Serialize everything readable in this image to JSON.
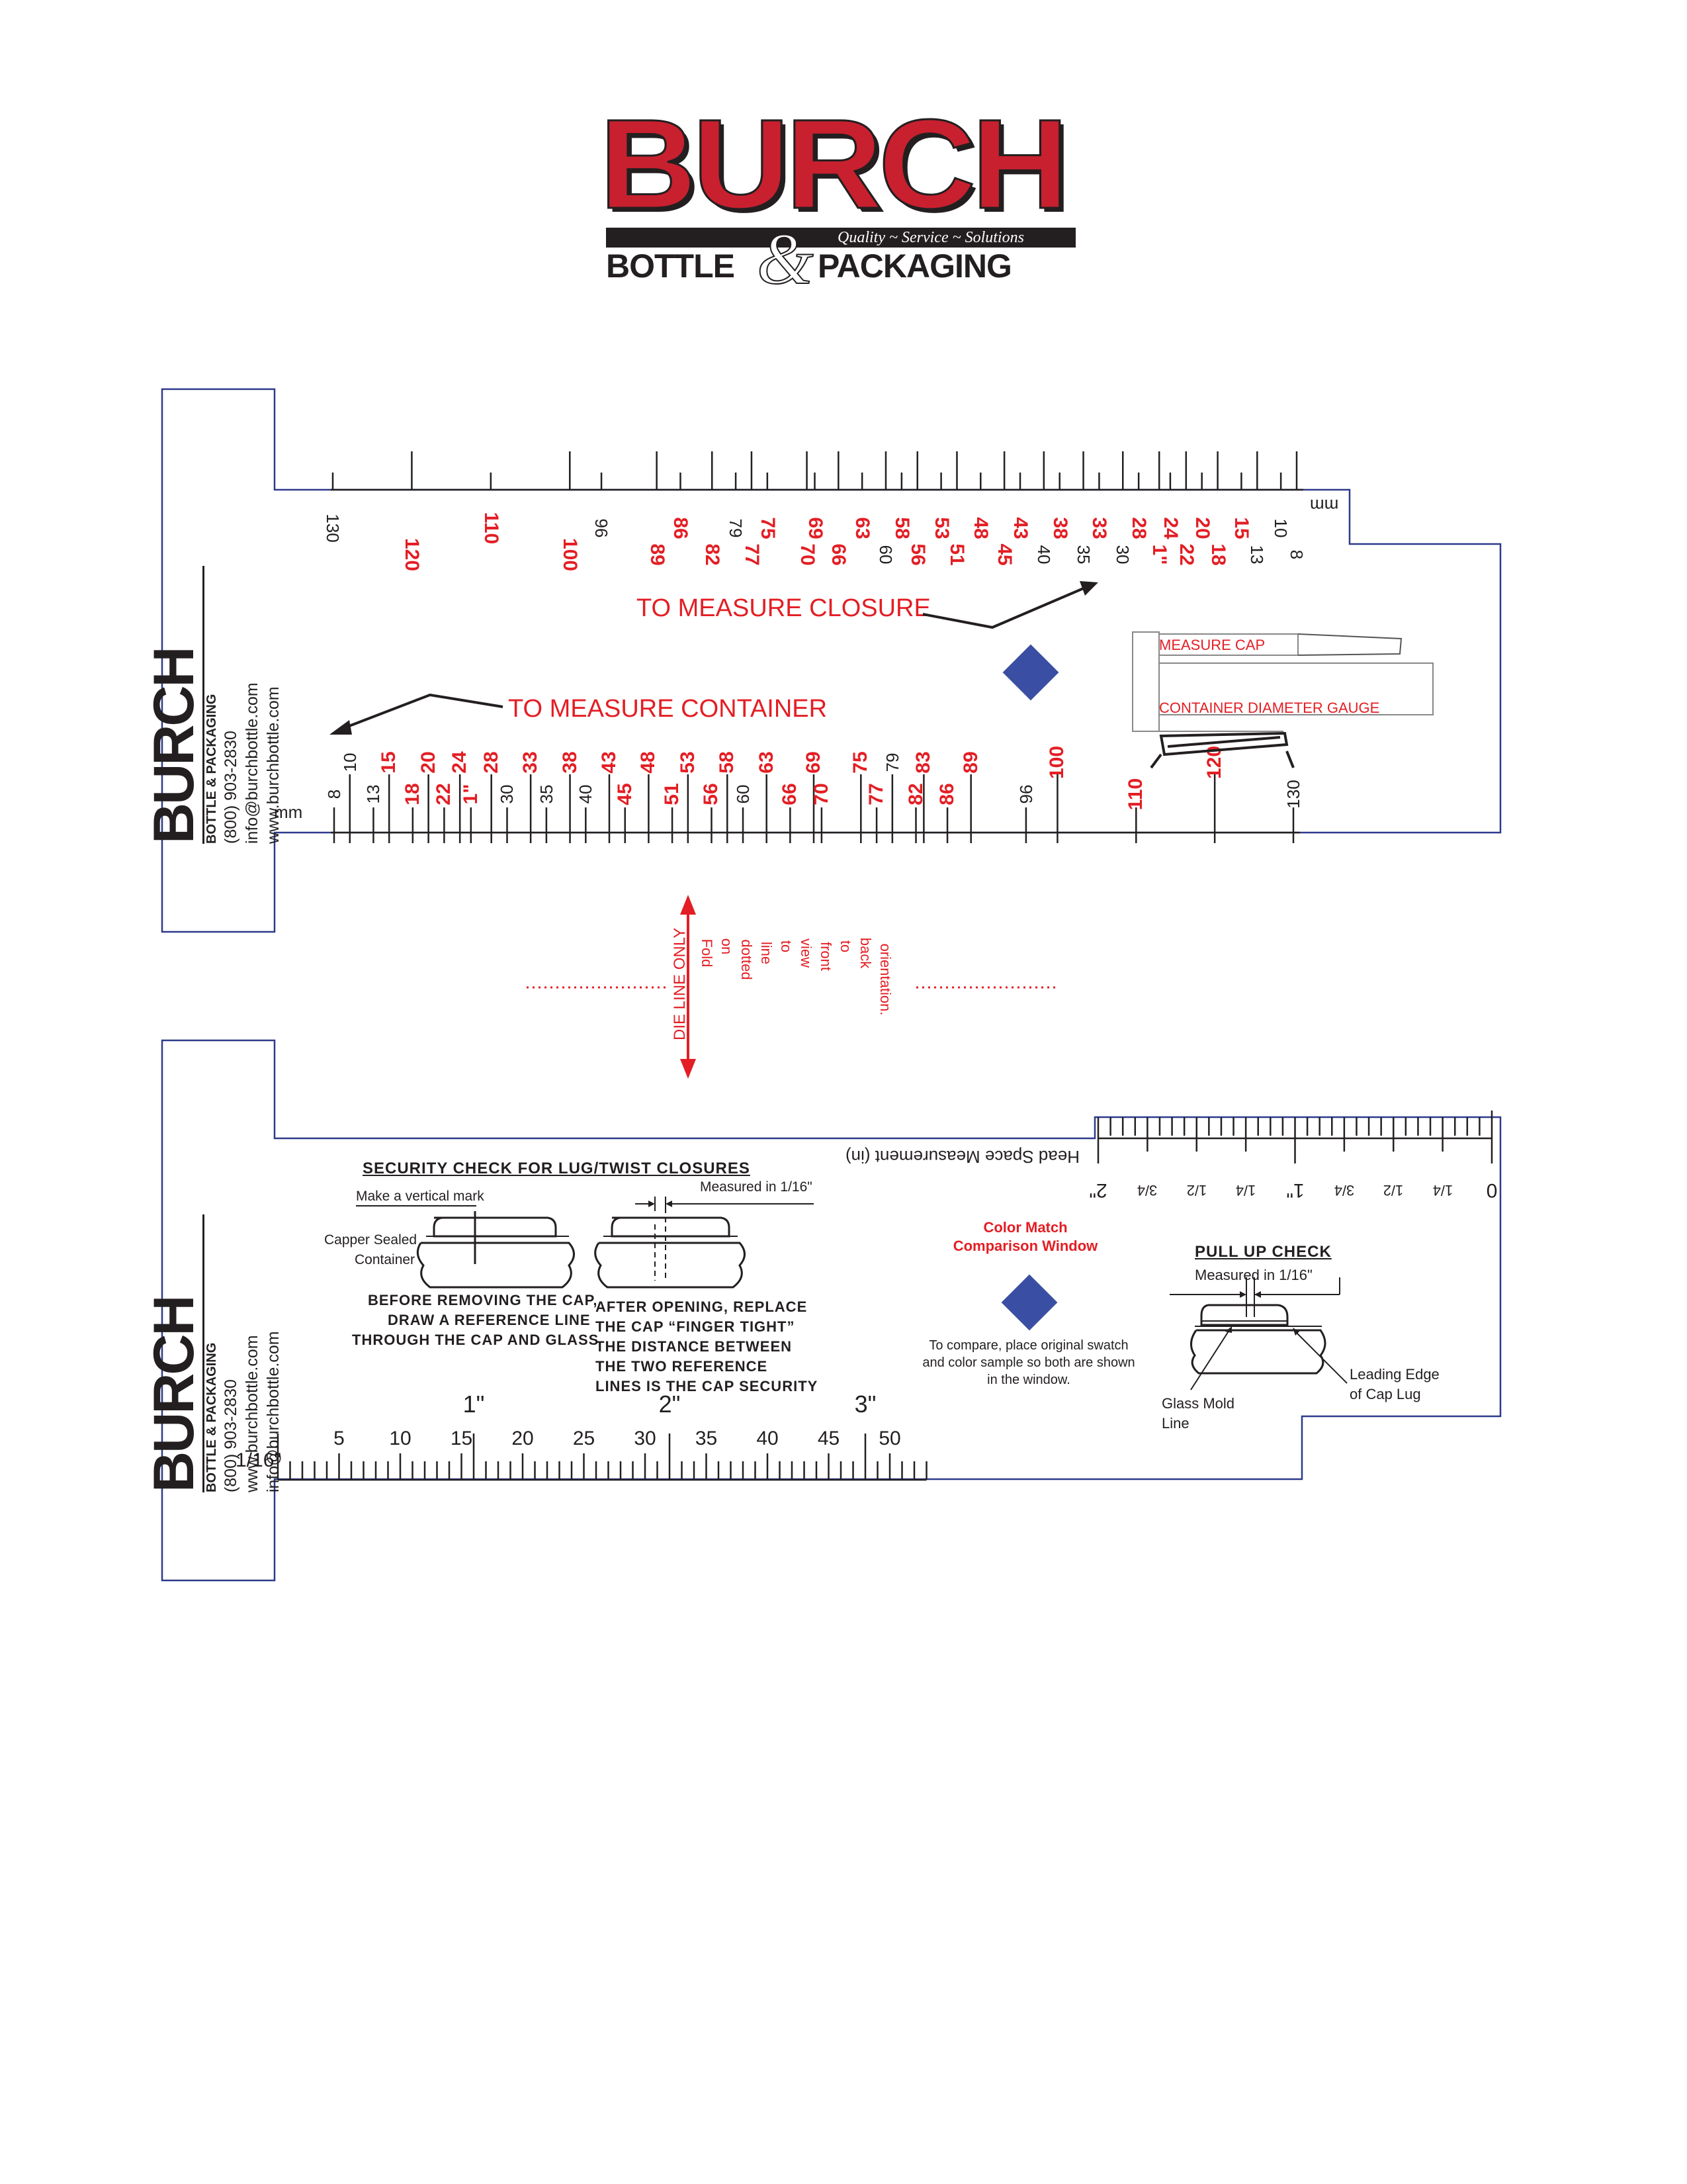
{
  "header_logo": {
    "brand": "BURCH",
    "tagline": "Quality ~ Service ~ Solutions",
    "line2_left": "BOTTLE",
    "ampersand": "&",
    "line2_right": "PACKAGING",
    "colors": {
      "red": "#c8202f",
      "black": "#231f20"
    }
  },
  "side_brand": {
    "brand": "BURCH",
    "sub": "BOTTLE & PACKAGING",
    "phone": "(800) 903-2830",
    "email": "info@burchbottle.com",
    "web": "www.burchbottle.com",
    "email_2": "info@burchbottle.com",
    "web_2": "www.burchbottle.com"
  },
  "front_ruler": {
    "unit_top": "mm",
    "unit_bottom": "mm",
    "top_scale": {
      "upper_row": [
        "130",
        "120",
        "110",
        "100",
        "96",
        "89",
        "86",
        "82",
        "79",
        "77",
        "75",
        "70",
        "69",
        "66",
        "63",
        "60",
        "58",
        "56",
        "53",
        "51",
        "48",
        "45",
        "43",
        "40",
        "38",
        "35",
        "33",
        "30",
        "28",
        "1\"",
        "24",
        "22",
        "20",
        "18",
        "15",
        "13",
        "10",
        "8"
      ],
      "red_labels": [
        "120",
        "110",
        "100",
        "89",
        "86",
        "82",
        "77",
        "75",
        "70",
        "69",
        "66",
        "63",
        "58",
        "56",
        "53",
        "51",
        "48",
        "45",
        "43",
        "38",
        "33",
        "28",
        "1\"",
        "24",
        "22",
        "20",
        "18",
        "15"
      ]
    },
    "bottom_scale": {
      "labels": [
        "8",
        "10",
        "13",
        "15",
        "18",
        "20",
        "22",
        "24",
        "1\"",
        "28",
        "30",
        "33",
        "35",
        "38",
        "40",
        "43",
        "45",
        "48",
        "51",
        "53",
        "56",
        "58",
        "60",
        "63",
        "66",
        "69",
        "70",
        "75",
        "77",
        "79",
        "82",
        "83",
        "86",
        "89",
        "96",
        "100",
        "110",
        "120",
        "130"
      ]
    },
    "measure_closure": "TO MEASURE CLOSURE",
    "measure_container": "TO MEASURE CONTAINER",
    "measure_cap": "MEASURE CAP",
    "container_gauge": "CONTAINER DIAMETER GAUGE"
  },
  "fold": {
    "die_line": "DIE LINE ONLY",
    "fold_words": [
      "Fold",
      "on",
      "dotted",
      "line",
      "to",
      "view",
      "front",
      "to",
      "back",
      "orientation."
    ]
  },
  "back_ruler": {
    "security_title": "SECURITY CHECK FOR LUG/TWIST CLOSURES",
    "make_mark": "Make a vertical mark",
    "measured_1": "Measured in 1/16\"",
    "capper_sealed": "Capper Sealed",
    "container": "Container",
    "before_1": "BEFORE REMOVING THE CAP,",
    "before_2": "DRAW A REFERENCE LINE",
    "before_3": "THROUGH THE CAP AND GLASS",
    "after_1": "AFTER OPENING, REPLACE",
    "after_2": "THE CAP “FINGER TIGHT”",
    "after_3": "THE DISTANCE BETWEEN",
    "after_4": "THE TWO REFERENCE",
    "after_5": "LINES IS THE CAP SECURITY",
    "color_match_1": "Color Match",
    "color_match_2": "Comparison Window",
    "compare_1": "To compare, place original swatch",
    "compare_2": "and color sample so both are shown",
    "compare_3": "in the window.",
    "pullup_title": "PULL UP CHECK",
    "measured_2": "Measured in 1/16\"",
    "glass_mold_1": "Glass Mold",
    "glass_mold_2": "Line",
    "leading_1": "Leading Edge",
    "leading_2": "of Cap Lug",
    "head_space": "Head Space Measurement (in)",
    "head_labels": [
      "0",
      "1/4",
      "1/2",
      "3/4",
      "1\"",
      "1/4",
      "1/2",
      "3/4",
      "2\""
    ],
    "inch_labels": [
      "1\"",
      "2\"",
      "3\""
    ],
    "sixteenth_unit": "1/16\"",
    "sixteenth_labels": [
      "5",
      "10",
      "15",
      "20",
      "25",
      "30",
      "35",
      "40",
      "45",
      "50"
    ],
    "colors": {
      "blue_diamond": "#3a4fa3",
      "outline": "#2e3a8c",
      "red": "#e31e24"
    }
  }
}
